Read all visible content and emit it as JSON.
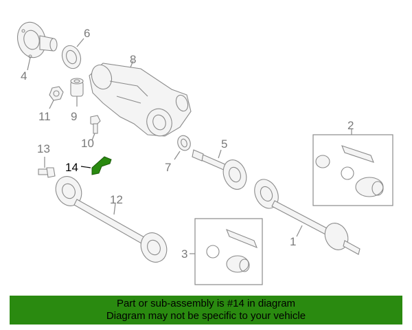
{
  "callouts": {
    "c1": "1",
    "c2": "2",
    "c3": "3",
    "c4": "4",
    "c5": "5",
    "c6": "6",
    "c7": "7",
    "c8": "8",
    "c9": "9",
    "c10": "10",
    "c11": "11",
    "c12": "12",
    "c13": "13",
    "c14": "14"
  },
  "highlight_color": "#2a8a10",
  "footer": {
    "line1": "Part or sub-assembly is #14 in diagram",
    "line2": "Diagram may not be specific to your vehicle"
  }
}
